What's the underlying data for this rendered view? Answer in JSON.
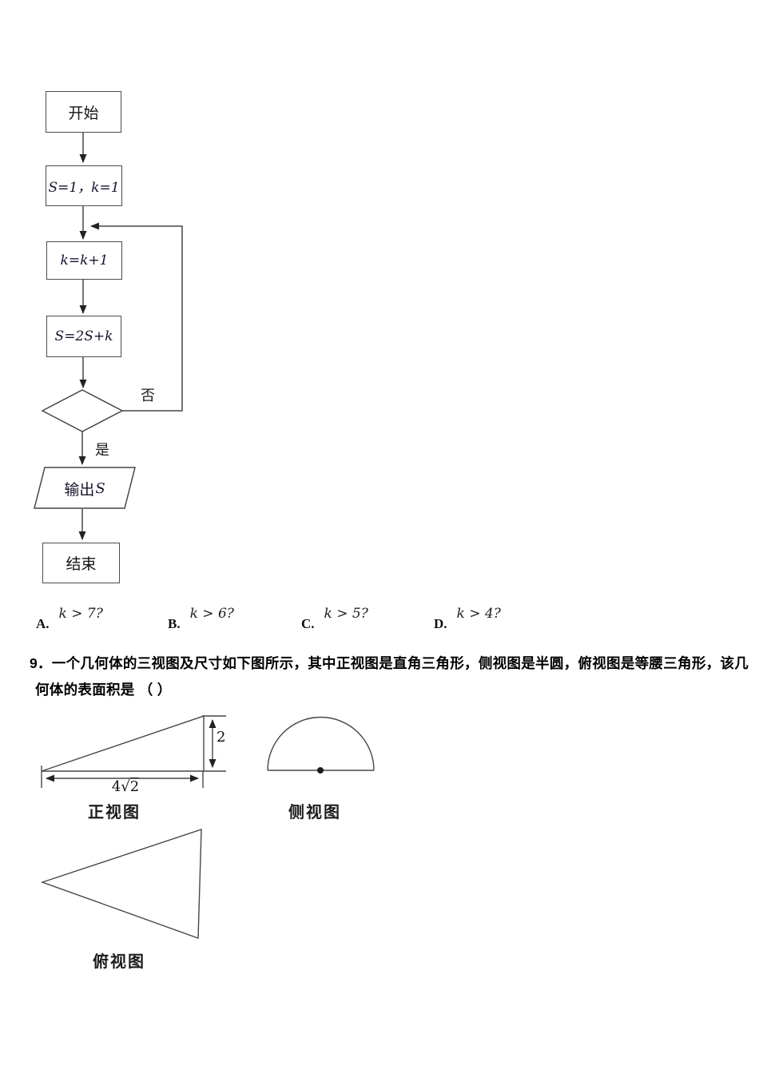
{
  "colors": {
    "background": "#ffffff",
    "line": "#474747",
    "ink": "#141414"
  },
  "flowchart": {
    "start_label": "开始",
    "init_formula": "S=1，k=1",
    "increment_formula": "k=k+1",
    "accumulate_formula": "S=2S+k",
    "no_label": "否",
    "yes_label": "是",
    "output_prefix": "输出",
    "output_variable": "S",
    "end_label": "结束"
  },
  "options": [
    {
      "letter": "A.",
      "formula": "k > 7?"
    },
    {
      "letter": "B.",
      "formula": "k > 6?"
    },
    {
      "letter": "C.",
      "formula": "k > 5?"
    },
    {
      "letter": "D.",
      "formula": "k > 4?"
    }
  ],
  "question": {
    "line1": "9．一个几何体的三视图及尺寸如下图所示，其中正视图是直角三角形，侧视图是半圆，俯视图是等腰三角形，该几",
    "line2": "何体的表面积是 （ ）"
  },
  "figures": {
    "front_view": {
      "label": "正视图",
      "height_dimension": "2",
      "width_dimension_prefix": "4√",
      "width_dimension_radicand": "2"
    },
    "side_view": {
      "label": "侧视图"
    },
    "top_view": {
      "label": "俯视图"
    }
  }
}
